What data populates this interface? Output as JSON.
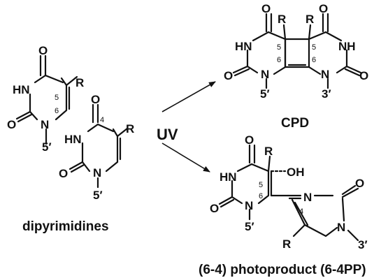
{
  "atoms": {
    "O": "O",
    "HN": "HN",
    "NH": "NH",
    "N": "N",
    "R": "R",
    "OH": "OH"
  },
  "positions": {
    "p3": "3′",
    "p4": "4",
    "p5": "5",
    "p6": "6",
    "p5p": "5′"
  },
  "labels": {
    "reagent": "UV",
    "reactants": "dipyrimidines",
    "product_cpd": "CPD",
    "product_64pp": "(6-4) photoproduct (6-4PP)"
  }
}
